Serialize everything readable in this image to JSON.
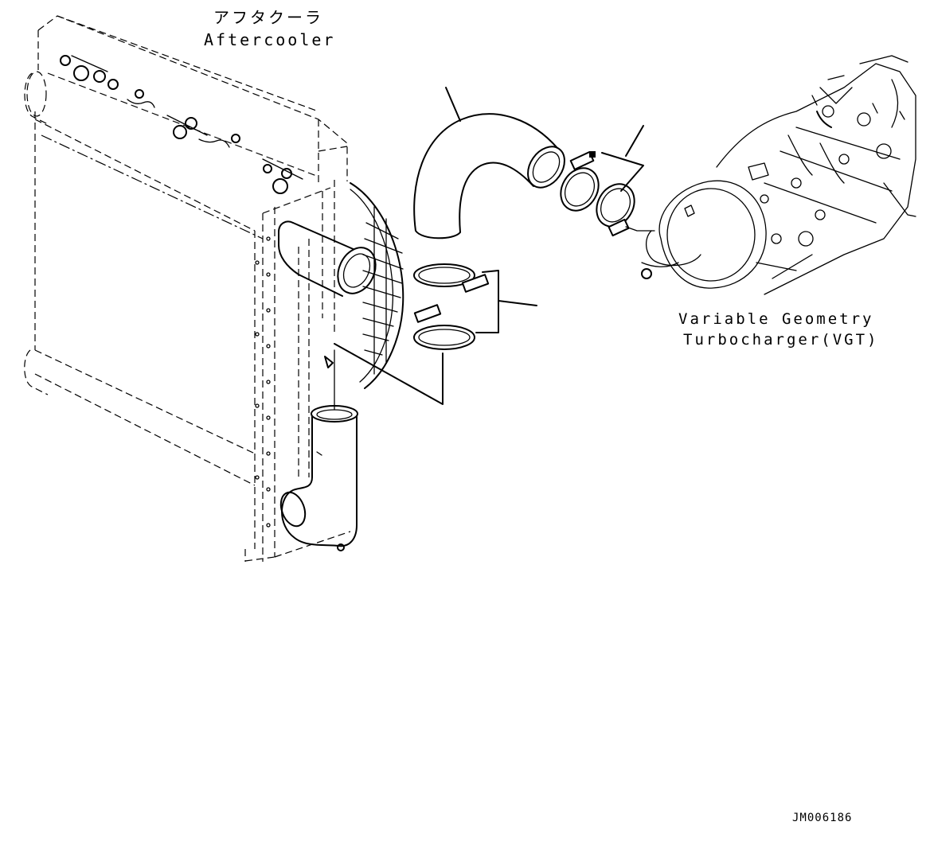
{
  "labels": {
    "aftercooler_ja": "アフタクーラ",
    "aftercooler_en": "Aftercooler",
    "vgt_line1": "Variable Geometry",
    "vgt_line2": "Turbocharger(VGT)",
    "drawing_code": "JM006186"
  },
  "colors": {
    "line": "#000000",
    "background": "#ffffff"
  }
}
